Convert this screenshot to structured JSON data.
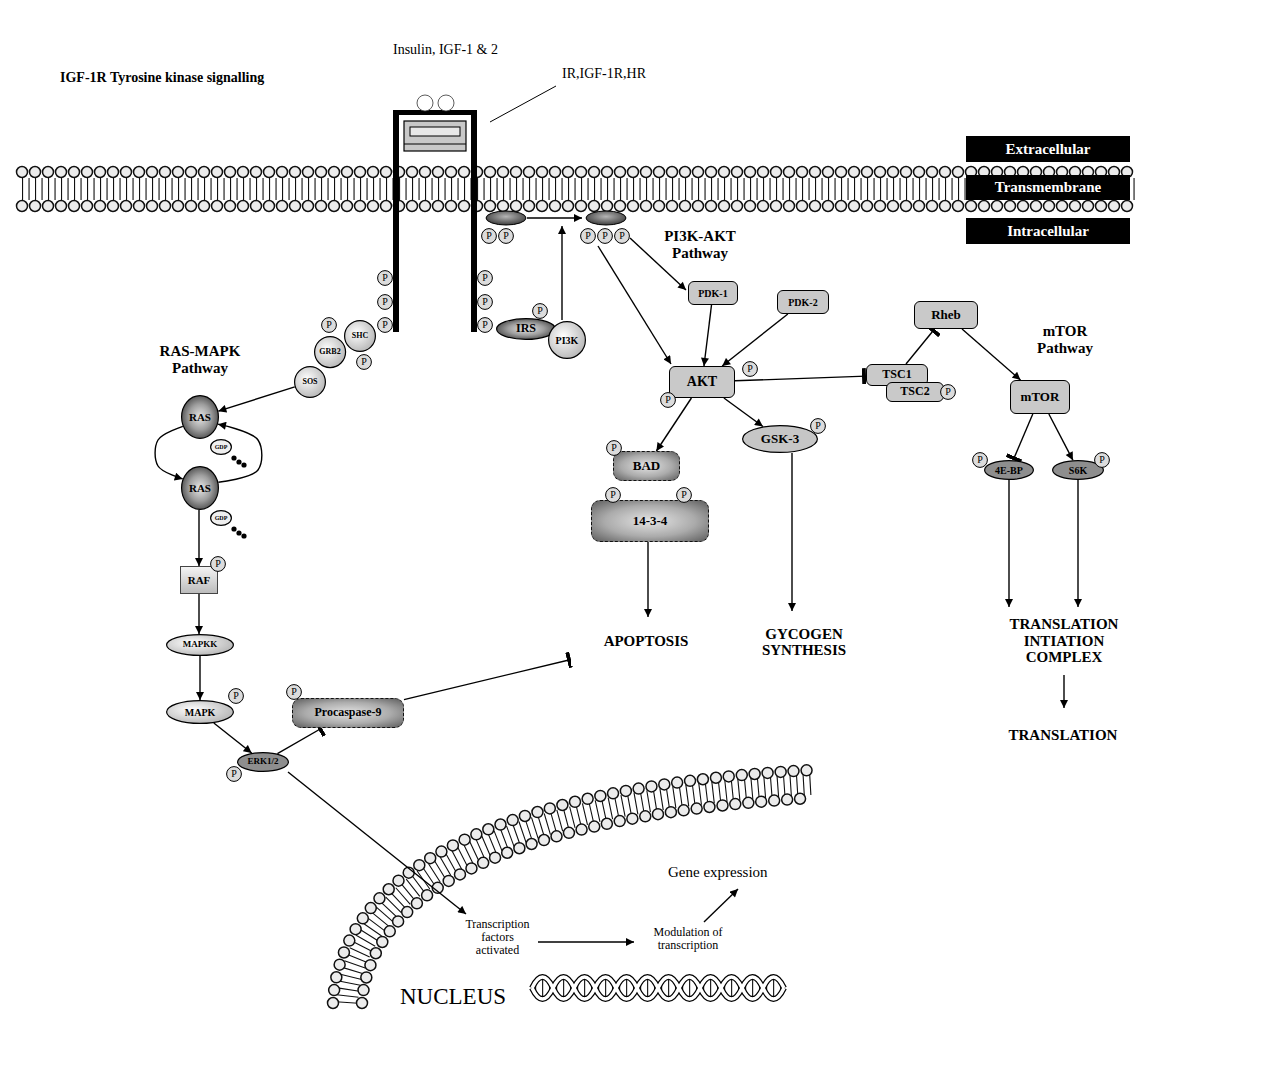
{
  "diagram": {
    "title": "IGF-1R Tyrosine kinase signalling",
    "nodes": [
      {
        "text": [
          "Extracellular"
        ]
      },
      {
        "text": [
          "Transmembrane"
        ]
      },
      {
        "text": [
          "Intracellular"
        ]
      },
      {
        "text": [
          "P"
        ]
      },
      {
        "text": [
          "P"
        ]
      },
      {
        "text": [
          "P"
        ]
      },
      {
        "text": [
          "P"
        ]
      },
      {
        "text": [
          "P"
        ]
      },
      {
        "text": [
          "PI3K-AKT Pathway"
        ]
      },
      {
        "text": [
          "PDK-1"
        ],
        "in": 8
      },
      {
        "text": [
          "PDK-2"
        ],
        "in": 8
      },
      {
        "text": [
          "AKT"
        ],
        "in": 8
      },
      {
        "text": [
          "P"
        ],
        "in": 8
      },
      {
        "text": [
          "P"
        ],
        "in": 8
      },
      {
        "text": [
          "BAD"
        ],
        "in": 8
      },
      {
        "text": [
          "P"
        ],
        "in": 8
      },
      {
        "text": [
          "14-3-4"
        ],
        "in": 8
      },
      {
        "text": [
          "P"
        ],
        "in": 8
      },
      {
        "text": [
          "P"
        ],
        "in": 8
      },
      {
        "text": [
          "GSK-3"
        ],
        "in": 8
      },
      {
        "text": [
          "P"
        ],
        "in": 8
      },
      {
        "text": [
          "APOPTOSIS"
        ],
        "in": 8
      },
      {
        "text": [
          "GYCOGEN SYNTHESIS"
        ],
        "in": 8
      },
      {
        "text": [
          "P"
        ]
      },
      {
        "text": [
          "P"
        ]
      },
      {
        "text": [
          "P"
        ]
      },
      {
        "text": [
          "P"
        ]
      },
      {
        "text": [
          "P"
        ]
      },
      {
        "text": [
          "P"
        ]
      },
      {
        "text": [
          "P"
        ]
      },
      {
        "text": [
          "SHC"
        ]
      },
      {
        "text": [
          "GRB2"
        ]
      },
      {
        "text": [
          "P"
        ]
      },
      {
        "text": [
          "SOS"
        ]
      },
      {
        "text": [
          "IRS"
        ]
      },
      {
        "text": [
          "P"
        ]
      },
      {
        "text": [
          "PI3K"
        ]
      },
      {
        "text": [
          "RAS-MAPK Pathway"
        ]
      },
      {
        "text": [
          "RAS"
        ],
        "in": 37
      },
      {
        "text": [
          "GDP"
        ],
        "in": 37
      },
      {
        "text": [
          "RAS"
        ],
        "in": 37
      },
      {
        "text": [
          "GDP"
        ],
        "in": 37
      },
      {
        "text": [
          "RAF"
        ],
        "in": 37
      },
      {
        "text": [
          "P"
        ],
        "in": 37
      },
      {
        "text": [
          "MAPKK"
        ],
        "in": 37
      },
      {
        "text": [
          "MAPK"
        ],
        "in": 37
      },
      {
        "text": [
          "P"
        ],
        "in": 37
      },
      {
        "text": [
          "Procaspase-9"
        ],
        "in": 37
      },
      {
        "text": [
          "P"
        ],
        "in": 37
      },
      {
        "text": [
          "ERK1/2"
        ],
        "in": 37
      },
      {
        "text": [
          "P"
        ],
        "in": 37
      },
      {
        "text": [
          "Rheb"
        ]
      },
      {
        "text": [
          "TSC1"
        ]
      },
      {
        "text": [
          "TSC2"
        ]
      },
      {
        "text": [
          "P"
        ]
      },
      {
        "text": [
          "mTOR Pathway"
        ]
      },
      {
        "text": [
          "mTOR"
        ],
        "in": 55
      },
      {
        "text": [
          "4E-BP"
        ],
        "in": 55
      },
      {
        "text": [
          "P"
        ],
        "in": 55
      },
      {
        "text": [
          "S6K"
        ],
        "in": 55
      },
      {
        "text": [
          "P"
        ],
        "in": 55
      },
      {
        "text": [
          "TRANSLATION INTIATION COMPLEX"
        ],
        "in": 55
      },
      {
        "text": [
          "TRANSLATION"
        ],
        "in": 55
      }
    ],
    "edges": [
      {
        "from": 33,
        "to": 38,
        "arrow": "to"
      },
      {
        "from": 38,
        "to": 40,
        "arrow": "to"
      },
      {
        "from": 40,
        "to": 38,
        "arrow": "to"
      },
      {
        "from": 40,
        "to": 42,
        "arrow": "to"
      },
      {
        "from": 42,
        "to": 44,
        "arrow": "to"
      },
      {
        "from": 44,
        "to": 45,
        "arrow": "to"
      },
      {
        "from": 45,
        "to": 49,
        "arrow": "to"
      },
      {
        "from": 49,
        "to": 47,
        "arrow": "to"
      },
      {
        "from": 47,
        "to": 21,
        "arrow": "to"
      },
      {
        "from": 9,
        "to": 11,
        "arrow": "to"
      },
      {
        "from": 10,
        "to": 11,
        "arrow": "to"
      },
      {
        "from": 11,
        "to": 52,
        "arrow": "to"
      },
      {
        "from": 11,
        "to": 14,
        "arrow": "to"
      },
      {
        "from": 11,
        "to": 19,
        "arrow": "to"
      },
      {
        "from": 16,
        "to": 21,
        "arrow": "to"
      },
      {
        "from": 19,
        "to": 22,
        "arrow": "to"
      },
      {
        "from": 52,
        "to": 51,
        "arrow": "to"
      },
      {
        "from": 51,
        "to": 56,
        "arrow": "to"
      },
      {
        "from": 56,
        "to": 57,
        "arrow": "to"
      },
      {
        "from": 56,
        "to": 59,
        "arrow": "to"
      },
      {
        "from": 57,
        "to": 61,
        "arrow": "to"
      },
      {
        "from": 59,
        "to": 61,
        "arrow": "to"
      },
      {
        "from": 61,
        "to": 62,
        "arrow": "to"
      }
    ],
    "labels": [
      "Insulin, IGF-1 & 2",
      "IR,IGF-1R,HR",
      "Transcription factors activated",
      "Modulation of transcription",
      "Gene expression",
      "NUCLEUS"
    ]
  }
}
